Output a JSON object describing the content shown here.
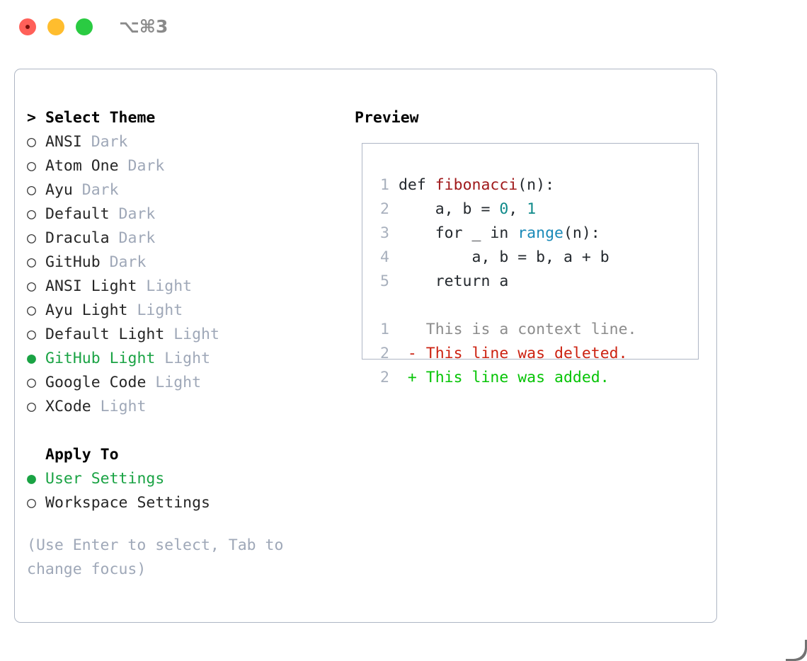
{
  "window": {
    "shortcut": "⌥⌘3",
    "traffic_lights": [
      "close",
      "minimize",
      "maximize"
    ]
  },
  "theme_list": {
    "header_marker": ">",
    "header_label": "Select Theme",
    "items": [
      {
        "marker": "○",
        "label": "ANSI",
        "suffix": "Dark",
        "selected": false
      },
      {
        "marker": "○",
        "label": "Atom One",
        "suffix": "Dark",
        "selected": false
      },
      {
        "marker": "○",
        "label": "Ayu",
        "suffix": "Dark",
        "selected": false
      },
      {
        "marker": "○",
        "label": "Default",
        "suffix": "Dark",
        "selected": false
      },
      {
        "marker": "○",
        "label": "Dracula",
        "suffix": "Dark",
        "selected": false
      },
      {
        "marker": "○",
        "label": "GitHub",
        "suffix": "Dark",
        "selected": false
      },
      {
        "marker": "○",
        "label": "ANSI Light",
        "suffix": "Light",
        "selected": false
      },
      {
        "marker": "○",
        "label": "Ayu Light",
        "suffix": "Light",
        "selected": false
      },
      {
        "marker": "○",
        "label": "Default Light",
        "suffix": "Light",
        "selected": false
      },
      {
        "marker": "●",
        "label": "GitHub Light",
        "suffix": "Light",
        "selected": true
      },
      {
        "marker": "○",
        "label": "Google Code",
        "suffix": "Light",
        "selected": false
      },
      {
        "marker": "○",
        "label": "XCode",
        "suffix": "Light",
        "selected": false
      }
    ]
  },
  "apply_to": {
    "header_label": "Apply To",
    "items": [
      {
        "marker": "●",
        "label": "User Settings",
        "selected": true
      },
      {
        "marker": "○",
        "label": "Workspace Settings",
        "selected": false
      }
    ]
  },
  "hint": "(Use Enter to select, Tab to change focus)",
  "preview": {
    "title": "Preview",
    "code_lines": [
      {
        "n": "1",
        "tokens": [
          {
            "t": "def ",
            "c": "kw"
          },
          {
            "t": "fibonacci",
            "c": "fn"
          },
          {
            "t": "(n):",
            "c": "plain"
          }
        ]
      },
      {
        "n": "2",
        "tokens": [
          {
            "t": "    a, b = ",
            "c": "plain"
          },
          {
            "t": "0",
            "c": "num"
          },
          {
            "t": ", ",
            "c": "plain"
          },
          {
            "t": "1",
            "c": "num"
          }
        ]
      },
      {
        "n": "3",
        "tokens": [
          {
            "t": "    for _ in ",
            "c": "plain"
          },
          {
            "t": "range",
            "c": "bi"
          },
          {
            "t": "(n):",
            "c": "plain"
          }
        ]
      },
      {
        "n": "4",
        "tokens": [
          {
            "t": "        a, b = b, a + b",
            "c": "plain"
          }
        ]
      },
      {
        "n": "5",
        "tokens": [
          {
            "t": "    return a",
            "c": "plain"
          }
        ]
      }
    ],
    "diff_lines": [
      {
        "n": "1",
        "sign": " ",
        "text": "This is a context line.",
        "kind": "ctx"
      },
      {
        "n": "2",
        "sign": "-",
        "text": "This line was deleted.",
        "kind": "del"
      },
      {
        "n": "2",
        "sign": "+",
        "text": "This line was added.",
        "kind": "add"
      }
    ]
  },
  "colors": {
    "selection_green": "#1aa344",
    "suffix_gray": "#9fa8b8",
    "panel_border": "#aeb6c4",
    "function_red": "#a0191b",
    "number_teal": "#0f8a8a",
    "builtin_blue": "#1a8ab8",
    "diff_del_red": "#cc2211",
    "diff_add_green": "#06c406",
    "linenum_gray": "#a8b0bd",
    "shortcut_gray": "#8a8a8a"
  }
}
